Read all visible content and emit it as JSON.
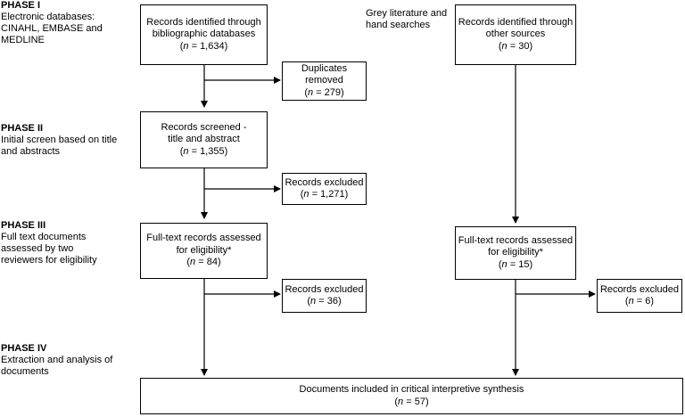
{
  "phases": [
    {
      "title": "PHASE I",
      "desc": "Electronic databases:\nCINAHL, EMBASE and\nMEDLINE"
    },
    {
      "title": "PHASE II",
      "desc": "Initial screen based on title\nand abstracts"
    },
    {
      "title": "PHASE III",
      "desc": "Full text documents\nassessed by two\nreviewers for eligibility"
    },
    {
      "title": "PHASE IV",
      "desc": "Extraction and analysis of\ndocuments"
    }
  ],
  "grey_note": "Grey literature and\nhand searches",
  "boxes": {
    "db_records": {
      "label": "Records identified through\nbibliographic databases",
      "n": "1,634"
    },
    "other_records": {
      "label": "Records identified through\nother sources",
      "n": "30"
    },
    "duplicates": {
      "label": "Duplicates\nremoved",
      "n": "279"
    },
    "screened": {
      "label": "Records screened -\ntitle and abstract",
      "n": "1,355"
    },
    "excluded_screen": {
      "label": "Records excluded",
      "n": "1,271"
    },
    "fulltext_left": {
      "label": "Full-text records assessed\nfor eligibility*",
      "n": "84"
    },
    "excluded_left": {
      "label": "Records excluded",
      "n": "36"
    },
    "fulltext_right": {
      "label": "Full-text records assessed\nfor eligibility*",
      "n": "15"
    },
    "excluded_right": {
      "label": "Records excluded",
      "n": "6"
    },
    "included": {
      "label": "Documents included in critical interpretive synthesis",
      "n": "57"
    }
  },
  "n_prefix": "n",
  "n_sep": " = "
}
